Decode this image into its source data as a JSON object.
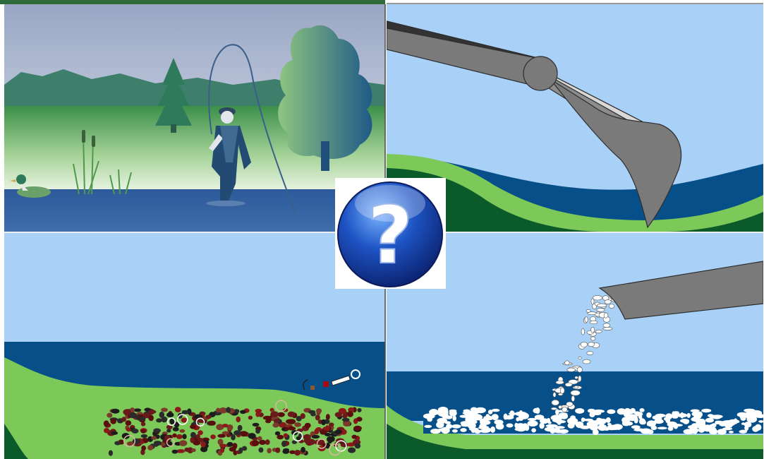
{
  "panels": [
    {
      "id": "fishing-scene"
    },
    {
      "id": "excavator-scoop-scene"
    },
    {
      "id": "contaminated-sediment-scene"
    },
    {
      "id": "rock-placement-scene"
    }
  ],
  "center_badge": {
    "symbol": "?"
  },
  "colors": {
    "sky": "#a9d0f6",
    "water": "#074f88",
    "grass_light": "#7cc95a",
    "grass_dark": "#0b5a2a",
    "machine_gray": "#7a7a7a",
    "badge_blue": "#1848b8"
  }
}
